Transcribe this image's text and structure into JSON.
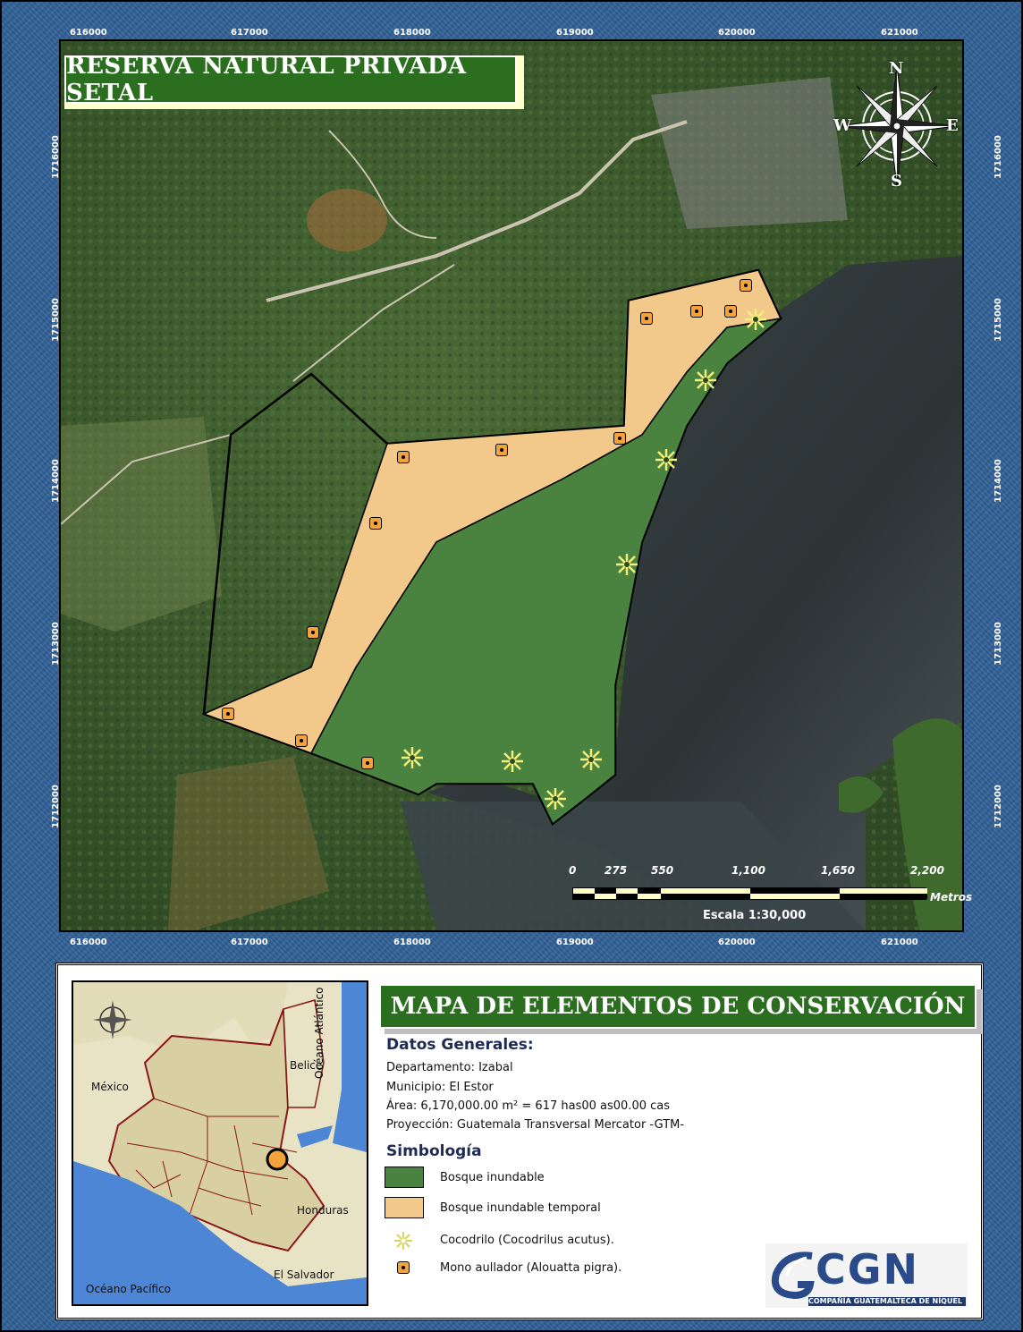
{
  "map": {
    "title": "RESERVA NATURAL PRIVADA SETAL",
    "x_coords": [
      "616000",
      "617000",
      "618000",
      "619000",
      "620000",
      "621000"
    ],
    "y_coords": [
      "1716000",
      "1715000",
      "1714000",
      "1713000",
      "1712000"
    ],
    "compass": {
      "n": "N",
      "s": "S",
      "e": "E",
      "w": "W"
    },
    "scale": {
      "ticks": [
        "0",
        "275",
        "550",
        "1,100",
        "1,650",
        "2,200"
      ],
      "units": "Metros",
      "text": "Escala 1:30,000"
    },
    "colors": {
      "bosque_inundable": "#4a8240",
      "bosque_temporal": "#f2c98a",
      "water": "#2f3a3f",
      "land": "#3b5a2c"
    }
  },
  "legend": {
    "map_title": "MAPA DE ELEMENTOS DE CONSERVACIÓN",
    "datos_title": "Datos Generales:",
    "departamento": "Departamento: Izabal",
    "municipio": "Municipio: El Estor",
    "area": "Área: 6,170,000.00 m² = 617 has00 as00.00 cas",
    "proyeccion": "Proyección: Guatemala Transversal Mercator -GTM-",
    "simbologia_title": "Simbología",
    "items": [
      {
        "label": "Bosque inundable",
        "icon": "green-swatch"
      },
      {
        "label": "Bosque inundable temporal",
        "icon": "tan-swatch"
      },
      {
        "label": "Cocodrilo (Cocodrilus acutus).",
        "icon": "crocodile-star-icon"
      },
      {
        "label": "Mono aullador (Alouatta pigra).",
        "icon": "monkey-dot-icon"
      }
    ]
  },
  "inset": {
    "labels": {
      "mexico": "México",
      "belice": "Belice",
      "atlantico": "Océano Atlántico",
      "honduras": "Honduras",
      "salvador": "El Salvador",
      "pacifico": "Océano Pacífico"
    }
  },
  "logo": {
    "text": "CGN",
    "subtitle": "COMPAÑÍA GUATEMALTECA DE NÍQUEL"
  }
}
